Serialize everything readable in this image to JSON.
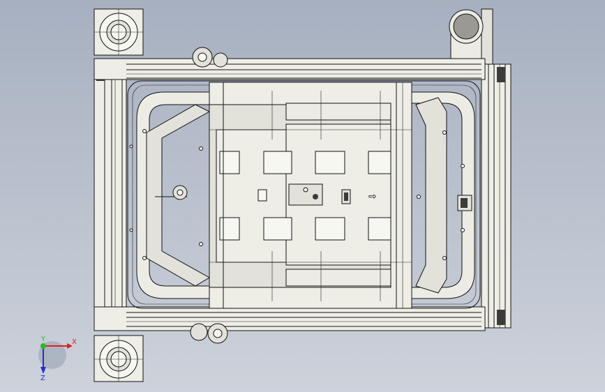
{
  "viewport": {
    "background_top": "#a7b0c0",
    "background_bottom": "#cdd2db",
    "line_color": "#141414",
    "part_fill": "#eeeee6"
  },
  "triad": {
    "x_label": "X",
    "y_label": "Y",
    "z_label": "Z",
    "x_color": "#e02020",
    "y_color": "#20c020",
    "z_color": "#2030d0"
  },
  "model": {
    "direction_arrow": "⇨"
  }
}
